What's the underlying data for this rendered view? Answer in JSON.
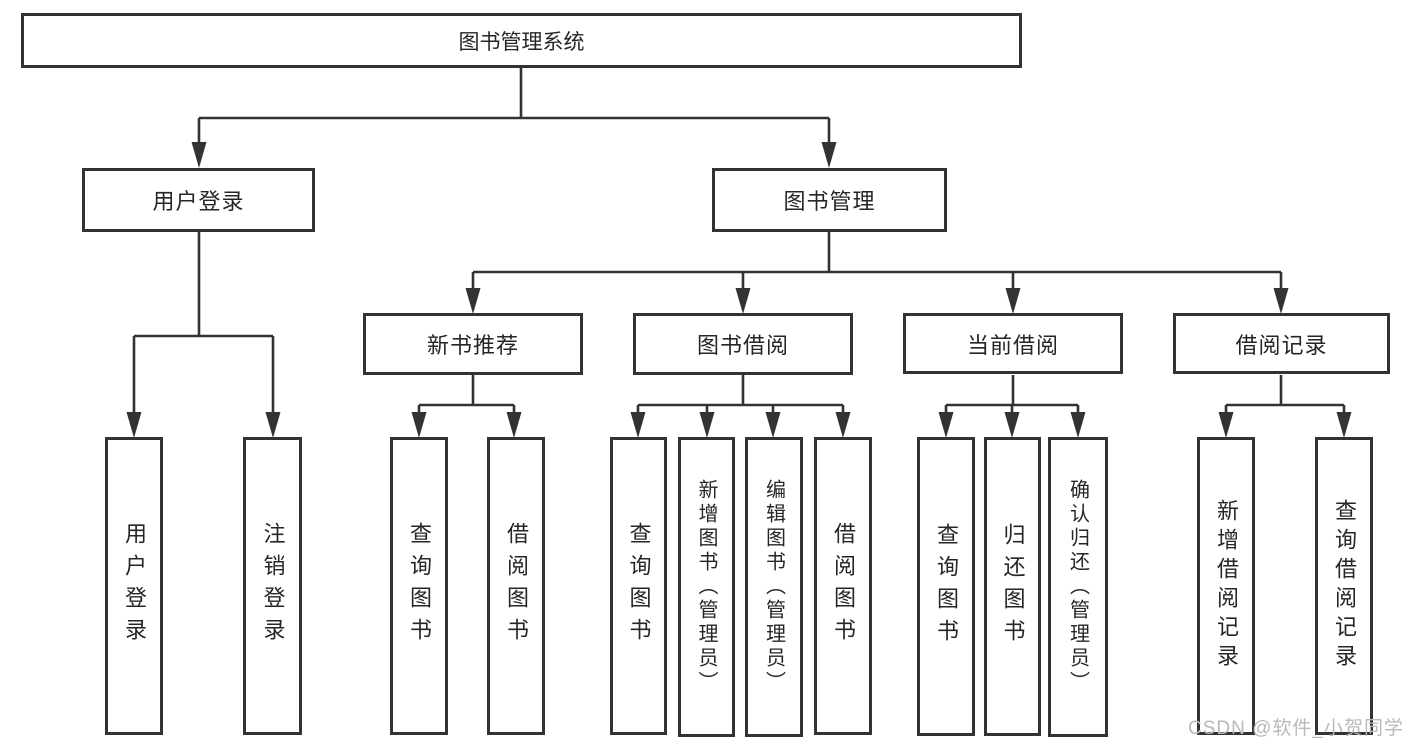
{
  "diagram_title": "图书管理系统",
  "colors": {
    "line": "#333333",
    "box_border": "#333333",
    "text": "#262626",
    "background": "#ffffff",
    "watermark": "#b9b9bb"
  },
  "watermark": "CSDN @软件_小贺同学",
  "tree": {
    "label": "图书管理系统",
    "children": [
      {
        "label": "用户登录",
        "children": [
          {
            "label": "用户登录"
          },
          {
            "label": "注销登录"
          }
        ]
      },
      {
        "label": "图书管理",
        "children": [
          {
            "label": "新书推荐",
            "children": [
              {
                "label": "查询图书"
              },
              {
                "label": "借阅图书"
              }
            ]
          },
          {
            "label": "图书借阅",
            "children": [
              {
                "label": "查询图书"
              },
              {
                "label": "新增图书（管理员）"
              },
              {
                "label": "编辑图书（管理员）"
              },
              {
                "label": "借阅图书"
              }
            ]
          },
          {
            "label": "当前借阅",
            "children": [
              {
                "label": "查询图书"
              },
              {
                "label": "归还图书"
              },
              {
                "label": "确认归还（管理员）"
              }
            ]
          },
          {
            "label": "借阅记录",
            "children": [
              {
                "label": "新增借阅记录"
              },
              {
                "label": "查询借阅记录"
              }
            ]
          }
        ]
      }
    ]
  }
}
